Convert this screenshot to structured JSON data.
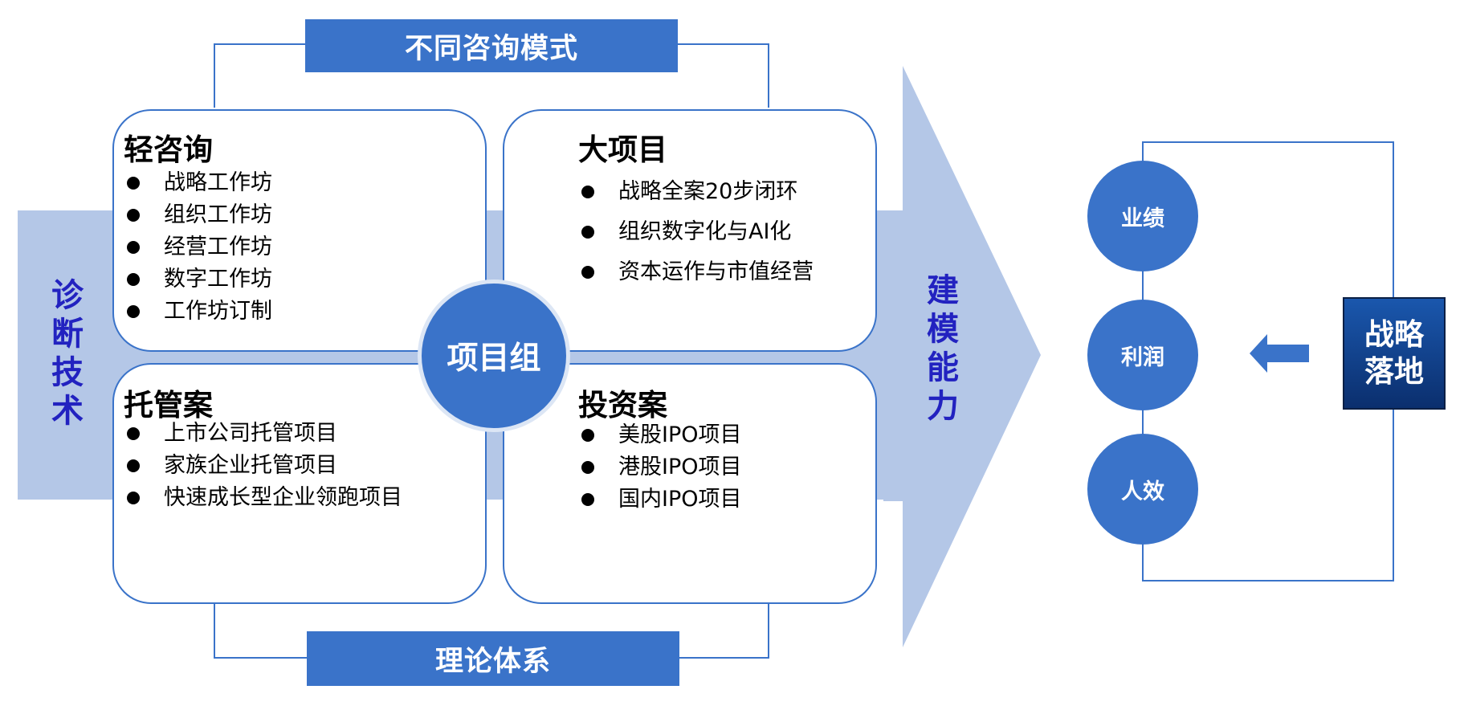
{
  "header": {
    "title": "不同咨询模式"
  },
  "footer": {
    "title": "理论体系"
  },
  "left_band": {
    "label": "诊断技术"
  },
  "center": {
    "label": "项目组"
  },
  "arrow": {
    "label": "建模能力"
  },
  "quadrants": {
    "top_left": {
      "title": "轻咨询",
      "items": [
        "战略工作坊",
        "组织工作坊",
        "经营工作坊",
        "数字工作坊",
        "工作坊订制"
      ]
    },
    "top_right": {
      "title": "大项目",
      "items": [
        "战略全案20步闭环",
        "组织数字化与AI化",
        "资本运作与市值经营"
      ]
    },
    "bottom_left": {
      "title": "托管案",
      "items": [
        "上市公司托管项目",
        "家族企业托管项目",
        "快速成长型企业领跑项目"
      ]
    },
    "bottom_right": {
      "title": "投资案",
      "items": [
        "美股IPO项目",
        "港股IPO项目",
        "国内IPO项目"
      ]
    }
  },
  "outcomes": {
    "items": [
      "业绩",
      "利润",
      "人效"
    ],
    "landing_line1": "战略",
    "landing_line2": "落地"
  },
  "colors": {
    "primary": "#3a73c9",
    "band": "#b4c7e7",
    "vertical_text": "#2222c0",
    "landing": "#0b2f6e"
  }
}
